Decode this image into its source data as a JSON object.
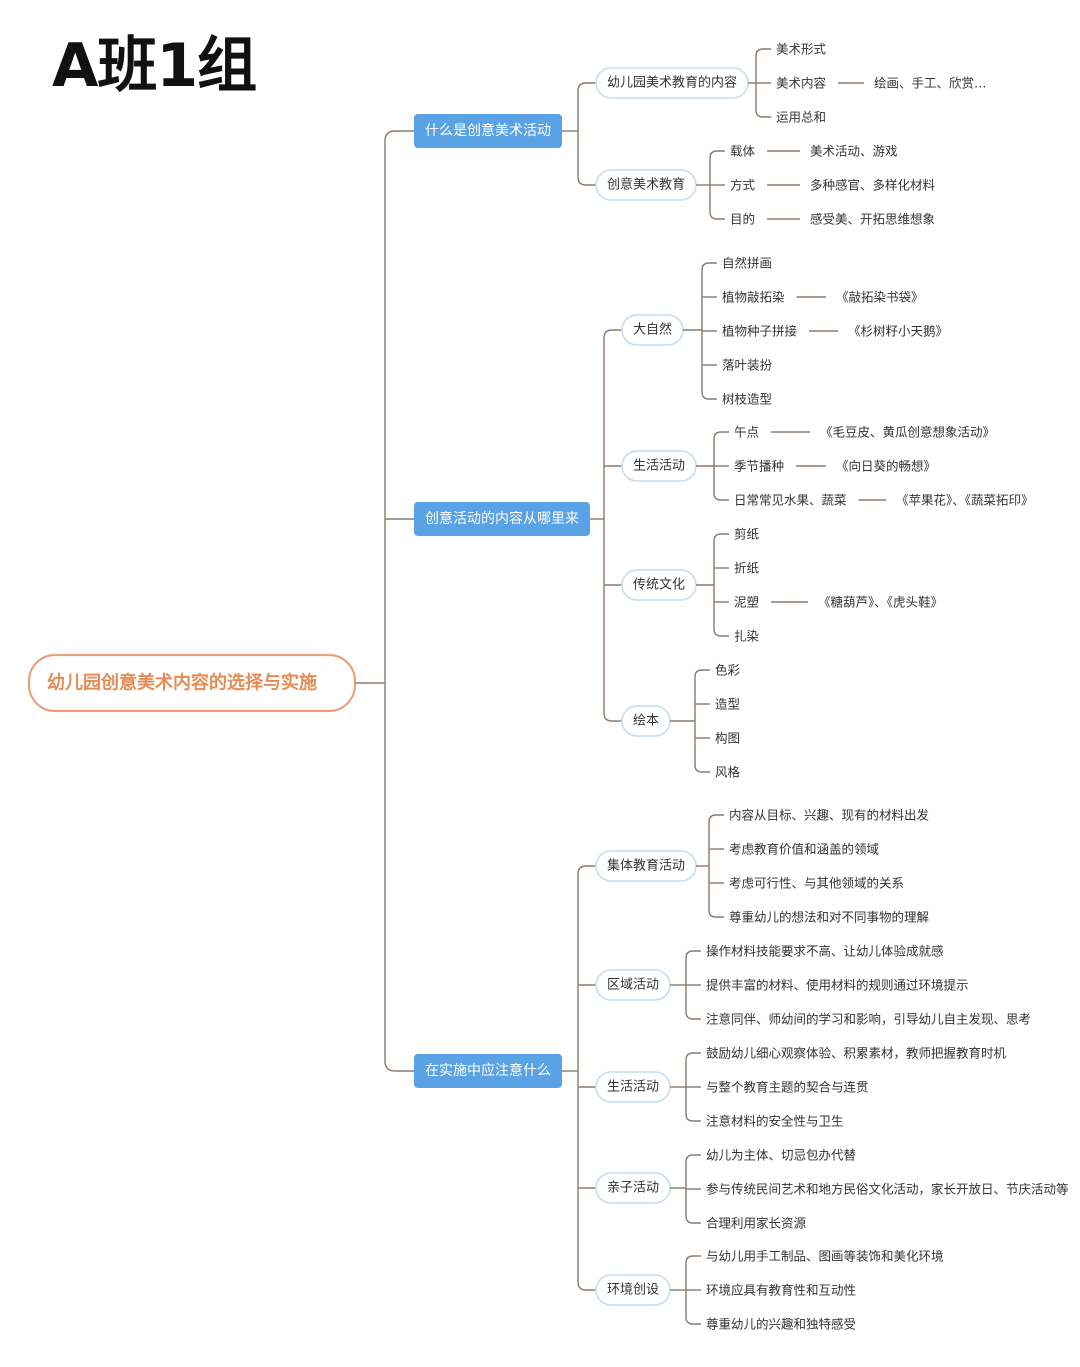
{
  "title": "A班1组",
  "colors": {
    "line": "#8a7a6e",
    "root": "#e8a27a",
    "root_text": "#e48c55",
    "main": "#5aa2e6",
    "sub_border": "#c6dcef",
    "text": "#333333"
  },
  "root": {
    "label": "幼儿园创意美术内容的选择与实施",
    "branches": [
      {
        "label": "什么是创意美术活动",
        "children": [
          {
            "label": "幼儿园美术教育的内容",
            "items": [
              {
                "label": "美术形式"
              },
              {
                "label": "美术内容",
                "detail": "绘画、手工、欣赏…"
              },
              {
                "label": "运用总和"
              }
            ]
          },
          {
            "label": "创意美术教育",
            "items": [
              {
                "label": "载体",
                "detail": "美术活动、游戏"
              },
              {
                "label": "方式",
                "detail": "多种感官、多样化材料"
              },
              {
                "label": "目的",
                "detail": "感受美、开拓思维想象"
              }
            ]
          }
        ]
      },
      {
        "label": "创意活动的内容从哪里来",
        "children": [
          {
            "label": "大自然",
            "items": [
              {
                "label": "自然拼画"
              },
              {
                "label": "植物敲拓染",
                "detail": "《敲拓染书袋》"
              },
              {
                "label": "植物种子拼接",
                "detail": "《杉树籽小天鹅》"
              },
              {
                "label": "落叶装扮"
              },
              {
                "label": "树枝造型"
              }
            ]
          },
          {
            "label": "生活活动",
            "items": [
              {
                "label": "午点",
                "detail": "《毛豆皮、黄瓜创意想象活动》"
              },
              {
                "label": "季节播种",
                "detail": "《向日葵的畅想》"
              },
              {
                "label": "日常常见水果、蔬菜",
                "detail": "《苹果花》、《蔬菜拓印》"
              }
            ]
          },
          {
            "label": "传统文化",
            "items": [
              {
                "label": "剪纸"
              },
              {
                "label": "折纸"
              },
              {
                "label": "泥塑",
                "detail": "《糖葫芦》、《虎头鞋》"
              },
              {
                "label": "扎染"
              }
            ]
          },
          {
            "label": "绘本",
            "items": [
              {
                "label": "色彩"
              },
              {
                "label": "造型"
              },
              {
                "label": "构图"
              },
              {
                "label": "风格"
              }
            ]
          }
        ]
      },
      {
        "label": "在实施中应注意什么",
        "children": [
          {
            "label": "集体教育活动",
            "items": [
              {
                "label": "内容从目标、兴趣、现有的材料出发"
              },
              {
                "label": "考虑教育价值和涵盖的领域"
              },
              {
                "label": "考虑可行性、与其他领域的关系"
              },
              {
                "label": "尊重幼儿的想法和对不同事物的理解"
              }
            ]
          },
          {
            "label": "区域活动",
            "items": [
              {
                "label": "操作材料技能要求不高、让幼儿体验成就感"
              },
              {
                "label": "提供丰富的材料、使用材料的规则通过环境提示"
              },
              {
                "label": "注意同伴、师幼间的学习和影响，引导幼儿自主发现、思考"
              }
            ]
          },
          {
            "label": "生活活动",
            "items": [
              {
                "label": "鼓励幼儿细心观察体验、积累素材，教师把握教育时机"
              },
              {
                "label": "与整个教育主题的契合与连贯"
              },
              {
                "label": "注意材料的安全性与卫生"
              }
            ]
          },
          {
            "label": "亲子活动",
            "items": [
              {
                "label": "幼儿为主体、切忌包办代替"
              },
              {
                "label": "参与传统民间艺术和地方民俗文化活动，家长开放日、节庆活动等"
              },
              {
                "label": "合理利用家长资源"
              }
            ]
          },
          {
            "label": "环境创设",
            "items": [
              {
                "label": "与幼儿用手工制品、图画等装饰和美化环境"
              },
              {
                "label": "环境应具有教育性和互动性"
              },
              {
                "label": "尊重幼儿的兴趣和独特感受"
              }
            ]
          }
        ]
      }
    ]
  }
}
